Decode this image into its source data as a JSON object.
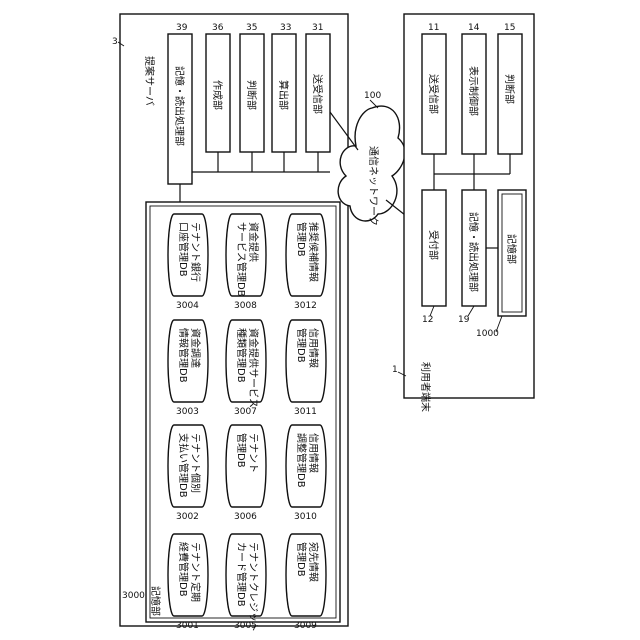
{
  "server": {
    "number": "3",
    "title": "提案サーバ",
    "units": [
      {
        "num": "39",
        "label": "記憶・読出処理部"
      },
      {
        "num": "36",
        "label": "作成部"
      },
      {
        "num": "35",
        "label": "判断部"
      },
      {
        "num": "33",
        "label": "算出部"
      },
      {
        "num": "31",
        "label": "送受信部"
      }
    ],
    "storage": {
      "num": "3000",
      "label": "記憶部",
      "databases": [
        {
          "num": "3001",
          "line1": "テナント定期",
          "line2": "経費管理DB"
        },
        {
          "num": "3002",
          "line1": "テナント個別",
          "line2": "支払い管理DB"
        },
        {
          "num": "3003",
          "line1": "資金調達",
          "line2": "情報管理DB"
        },
        {
          "num": "3004",
          "line1": "テナント銀行",
          "line2": "口座管理DB"
        },
        {
          "num": "3005",
          "line1": "テナントクレジット",
          "line2": "カード管理DB"
        },
        {
          "num": "3006",
          "line1": "テナント",
          "line2": "管理DB"
        },
        {
          "num": "3007",
          "line1": "資金提供サービス",
          "line2": "種類管理DB"
        },
        {
          "num": "3008",
          "line1": "資金提供",
          "line2": "サービス管理DB"
        },
        {
          "num": "3009",
          "line1": "宛先情報",
          "line2": "管理DB"
        },
        {
          "num": "3010",
          "line1": "信用情報",
          "line2": "調整管理DB"
        },
        {
          "num": "3011",
          "line1": "信用情報",
          "line2": "管理DB"
        },
        {
          "num": "3012",
          "line1": "推奨候補情報",
          "line2": "管理DB"
        }
      ]
    }
  },
  "network": {
    "num": "100",
    "label": "通信ネットワーク"
  },
  "terminal": {
    "number": "1",
    "title": "利用者端末",
    "units": [
      {
        "num": "11",
        "label": "送受信部"
      },
      {
        "num": "14",
        "label": "表示制御部"
      },
      {
        "num": "15",
        "label": "判断部"
      },
      {
        "num": "12",
        "label": "受付部"
      },
      {
        "num": "19",
        "label": "記憶・読出処理部"
      }
    ],
    "storage": {
      "num": "1000",
      "label": "記憶部"
    }
  }
}
